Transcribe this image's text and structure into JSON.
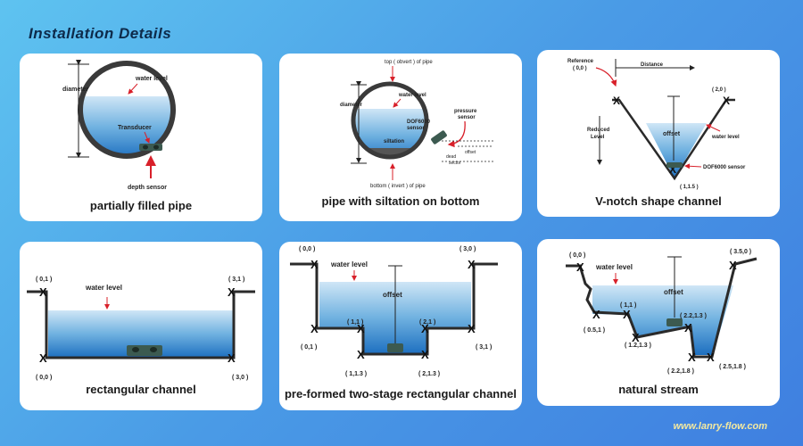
{
  "title": "Installation Details",
  "footer": "www.lanry-flow.com",
  "card1": {
    "caption": "partially filled pipe",
    "diameter": "diameter",
    "water_level": "water level",
    "transducer": "Transducer",
    "depth_sensor": "depth sensor"
  },
  "card2": {
    "caption": "pipe with siltation on bottom",
    "top": "top ( obvert ) of pipe",
    "bottom": "bottom ( invert ) of pipe",
    "diameter": "diameter",
    "water_level": "water level",
    "sensor_l1": "DOF6000",
    "sensor_l2": "sensor",
    "siltation": "siltation",
    "pressure_l1": "pressure",
    "pressure_l2": "sensor",
    "offset": "offset",
    "dead": "dead",
    "sector": "sector"
  },
  "card3": {
    "caption": "V-notch shape channel",
    "reference_l1": "Reference",
    "reference_l2": "( 0,0 )",
    "distance": "Distance",
    "p20": "( 2,0 )",
    "reduced_l1": "Reduced",
    "reduced_l2": "Level",
    "offset": "offset",
    "water_level": "water level",
    "sensor": "DOF6000 sensor",
    "p115": "( 1,1.5 )"
  },
  "card4": {
    "caption": "rectangular channel",
    "p01": "( 0,1 )",
    "p31": "( 3,1 )",
    "p00": "( 0,0 )",
    "p30": "( 3,0 )",
    "water_level": "water level"
  },
  "card5": {
    "caption": "pre-formed two-stage rectangular channel",
    "p00": "( 0,0 )",
    "p30": "( 3,0 )",
    "water_level": "water level",
    "offset": "offset",
    "p11": "( 1,1 )",
    "p21": "( 2,1 )",
    "p01": "( 0,1 )",
    "p31": "( 3,1 )",
    "p113": "( 1,1.3 )",
    "p213": "( 2,1.3 )"
  },
  "card6": {
    "caption": "natural stream",
    "p00": "( 0,0 )",
    "p350": "( 3.5,0 )",
    "water_level": "water level",
    "offset": "offset",
    "p11": "( 1,1 )",
    "p051": "( 0.5,1 )",
    "p1213": "( 1.2,1.3 )",
    "p2213": "( 2.2,1.3 )",
    "p2218": "( 2.2,1.8 )",
    "p2518": "( 2.5,1.8 )"
  }
}
